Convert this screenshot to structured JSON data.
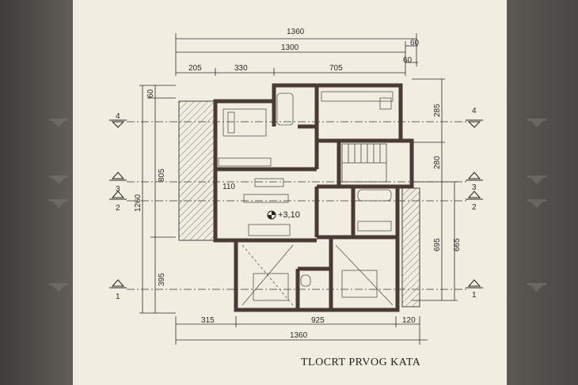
{
  "drawing": {
    "title": "TLOCRT PRVOG KATA",
    "level_mark": "+3,10"
  },
  "dimensions": {
    "top": [
      "1360",
      "60",
      "1300",
      "60",
      "205",
      "330",
      "705"
    ],
    "right": [
      "285",
      "280",
      "695",
      "665"
    ],
    "left": [
      "60",
      "805",
      "1260",
      "395",
      "110"
    ],
    "bottom": [
      "315",
      "925",
      "120",
      "1360"
    ]
  },
  "sections": {
    "left": [
      "4",
      "3",
      "2",
      "1"
    ],
    "right": [
      "4",
      "3",
      "2",
      "1"
    ]
  }
}
